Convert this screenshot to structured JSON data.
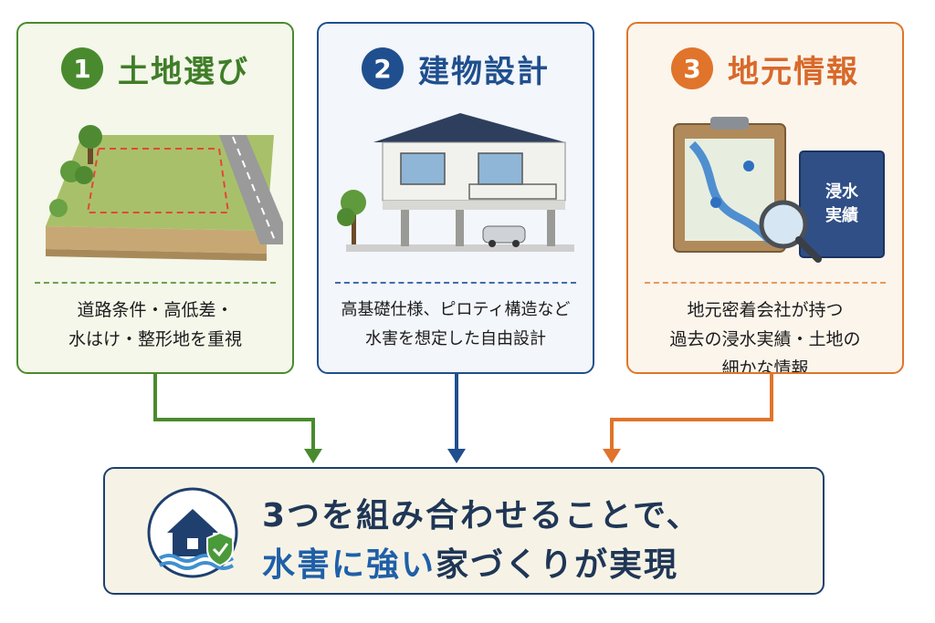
{
  "cards": [
    {
      "number": "1",
      "title": "土地選び",
      "description": "道路条件・高低差・\n水はけ・整形地を重視",
      "color": "#4a8a2e"
    },
    {
      "number": "2",
      "title": "建物設計",
      "description": "高基礎仕様、ピロティ構造など\n水害を想定した自由設計",
      "color": "#1f4f8e"
    },
    {
      "number": "3",
      "title": "地元情報",
      "description": "地元密着会社が持つ\n過去の浸水実績・土地の\n細かな情報",
      "color": "#e0742a",
      "book_label_line1": "浸水",
      "book_label_line2": "実績"
    }
  ],
  "result": {
    "line1": "3つを組み合わせることで、",
    "line2_highlight": "水害に強い",
    "line2_rest": "家づくりが実現",
    "accent": "#1f5fa8"
  }
}
